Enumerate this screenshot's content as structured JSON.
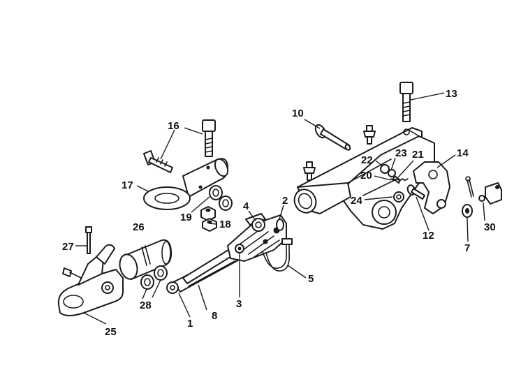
{
  "callouts": [
    {
      "id": "c1",
      "text": "1"
    },
    {
      "id": "c2",
      "text": "2"
    },
    {
      "id": "c3",
      "text": "3"
    },
    {
      "id": "c4",
      "text": "4"
    },
    {
      "id": "c5",
      "text": "5"
    },
    {
      "id": "c7",
      "text": "7"
    },
    {
      "id": "c8",
      "text": "8"
    },
    {
      "id": "c10",
      "text": "10"
    },
    {
      "id": "c12",
      "text": "12"
    },
    {
      "id": "c13",
      "text": "13"
    },
    {
      "id": "c14",
      "text": "14"
    },
    {
      "id": "c16",
      "text": "16"
    },
    {
      "id": "c17",
      "text": "17"
    },
    {
      "id": "c18",
      "text": "18"
    },
    {
      "id": "c19",
      "text": "19"
    },
    {
      "id": "c20",
      "text": "20"
    },
    {
      "id": "c21",
      "text": "21"
    },
    {
      "id": "c22",
      "text": "22"
    },
    {
      "id": "c23",
      "text": "23"
    },
    {
      "id": "c24",
      "text": "24"
    },
    {
      "id": "c25",
      "text": "25"
    },
    {
      "id": "c26",
      "text": "26"
    },
    {
      "id": "c27",
      "text": "27"
    },
    {
      "id": "c28",
      "text": "28"
    },
    {
      "id": "c30",
      "text": "30"
    }
  ],
  "colors": {
    "line": "#1a1a1a",
    "background": "#ffffff"
  }
}
